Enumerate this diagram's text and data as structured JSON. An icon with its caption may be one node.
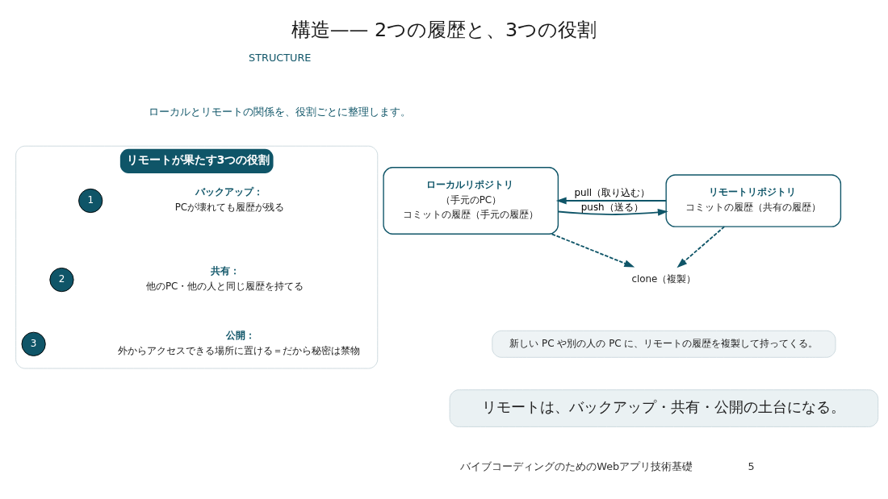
{
  "diagram": {
    "title": "構造—— 2つの履歴と、3つの役割",
    "nodes": [
      {
        "text": [
          "ローカルリポジトリ",
          "（手元のPC）",
          "コミットの履歴（手元の履歴）"
        ]
      },
      {
        "text": [
          "リモートリポジトリ",
          "コミットの履歴（共有の履歴）"
        ]
      },
      {
        "text": [
          "clone（複製）"
        ]
      },
      {
        "text": [
          "新しい PC や別の人の PC に、リモートの履歴を複製して持ってくる。"
        ]
      },
      {
        "text": [
          "リモートが果たす3つの役割"
        ]
      },
      {
        "text": [
          "1"
        ],
        "in": 4
      },
      {
        "text": [
          "バックアップ：",
          "PCが壊れても履歴が残る"
        ],
        "in": 4
      },
      {
        "text": [
          "2"
        ],
        "in": 4
      },
      {
        "text": [
          "共有：",
          "他のPC・他の人と同じ履歴を持てる"
        ],
        "in": 4
      },
      {
        "text": [
          "3"
        ],
        "in": 4
      },
      {
        "text": [
          "公開：",
          "外からアクセスできる場所に置ける＝だから秘密は禁物"
        ],
        "in": 4
      },
      {
        "text": [
          "リモートは、バックアップ・共有・公開の土台になる。"
        ]
      }
    ],
    "edges": [
      {
        "from": 0,
        "to": 1,
        "label": "push（送る）",
        "arrow": "to"
      },
      {
        "from": 1,
        "to": 0,
        "label": "pull（取り込む）",
        "arrow": "to"
      },
      {
        "from": 0,
        "to": 2,
        "arrow": "to",
        "style": "dashed"
      },
      {
        "from": 1,
        "to": 2,
        "arrow": "to",
        "style": "dashed"
      }
    ],
    "labels": [
      "STRUCTURE",
      "ローカルとリモートの関係を、役割ごとに整理します。",
      "バイブコーディングのためのWebアプリ技術基礎",
      "5"
    ]
  }
}
